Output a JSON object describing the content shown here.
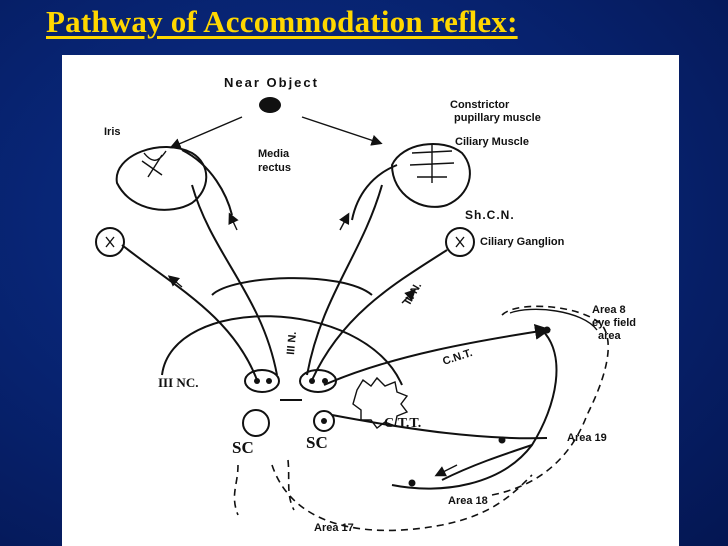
{
  "slide": {
    "title": "Pathway of Accommodation reflex:"
  },
  "diagram": {
    "labels": {
      "near_object": "Near Object",
      "constrictor": "Constrictor",
      "pupillary_muscle": "pupillary muscle",
      "iris": "Iris",
      "ciliary_muscle": "Ciliary Muscle",
      "media": "Media",
      "rectus": "rectus",
      "sh_cn": "Sh.C.N.",
      "ciliary_ganglion": "Ciliary Ganglion",
      "iii_n_right": "III N.",
      "iii_n_center": "III N.",
      "area8": "Area 8",
      "eye_field": "eye field",
      "area_word": "area",
      "cnt": "C.N.T.",
      "iii_nc": "III  NC.",
      "ctt": "C.T.T.",
      "area19": "Area 19",
      "sc_left": "SC",
      "sc_right": "SC",
      "area18": "Area 18",
      "area17": "Area 17"
    }
  }
}
